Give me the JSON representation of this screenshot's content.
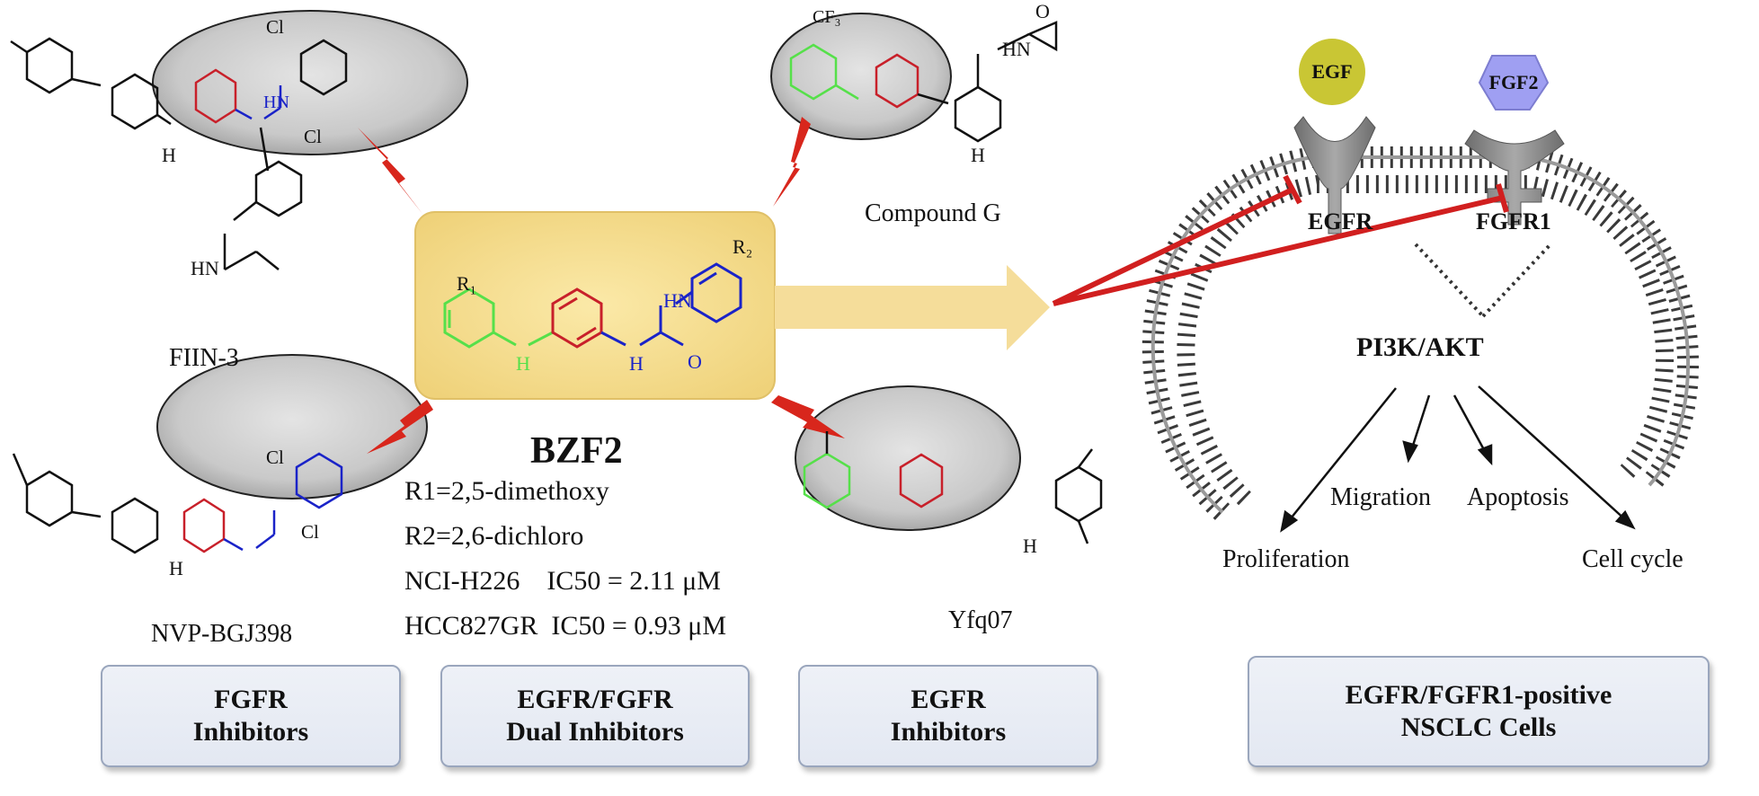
{
  "compounds": {
    "fiin3": "FIIN-3",
    "compound_g": "Compound G",
    "nvp": "NVP-BGJ398",
    "yfq07": "Yfq07"
  },
  "center": {
    "name": "BZF2",
    "lines": [
      "R1=2,5-dimethoxy",
      "R2=2,6-dichloro",
      "NCI-H226    IC50 = 2.11 μM",
      "HCC827GR  IC50 = 0.93 μM"
    ]
  },
  "atoms": {
    "cl": "Cl",
    "hn": "HN",
    "h": "H",
    "n": "N",
    "o": "O",
    "r1": "R₁",
    "r2": "R₂",
    "cf3": "CF₃"
  },
  "boxes": [
    {
      "line1": "FGFR",
      "line2": "Inhibitors"
    },
    {
      "line1": "EGFR/FGFR",
      "line2": "Dual Inhibitors"
    },
    {
      "line1": "EGFR",
      "line2": "Inhibitors"
    },
    {
      "line1": "EGFR/FGFR1-positive",
      "line2": "NSCLC Cells"
    }
  ],
  "pathway": {
    "egf": "EGF",
    "fgf2": "FGF2",
    "egfr": "EGFR",
    "fgfr1": "FGFR1",
    "pi3k": "PI3K/AKT",
    "migration": "Migration",
    "apoptosis": "Apoptosis",
    "proliferation": "Proliferation",
    "cell_cycle": "Cell cycle"
  },
  "colors": {
    "pyrimidine": "#c8202a",
    "urea": "#1a23c8",
    "aniline": "#56e04a",
    "bolt": "#d8261c",
    "center_box": "#f5dc8c",
    "egf": "#c9c634",
    "fgf2": "#9f9ff2"
  }
}
